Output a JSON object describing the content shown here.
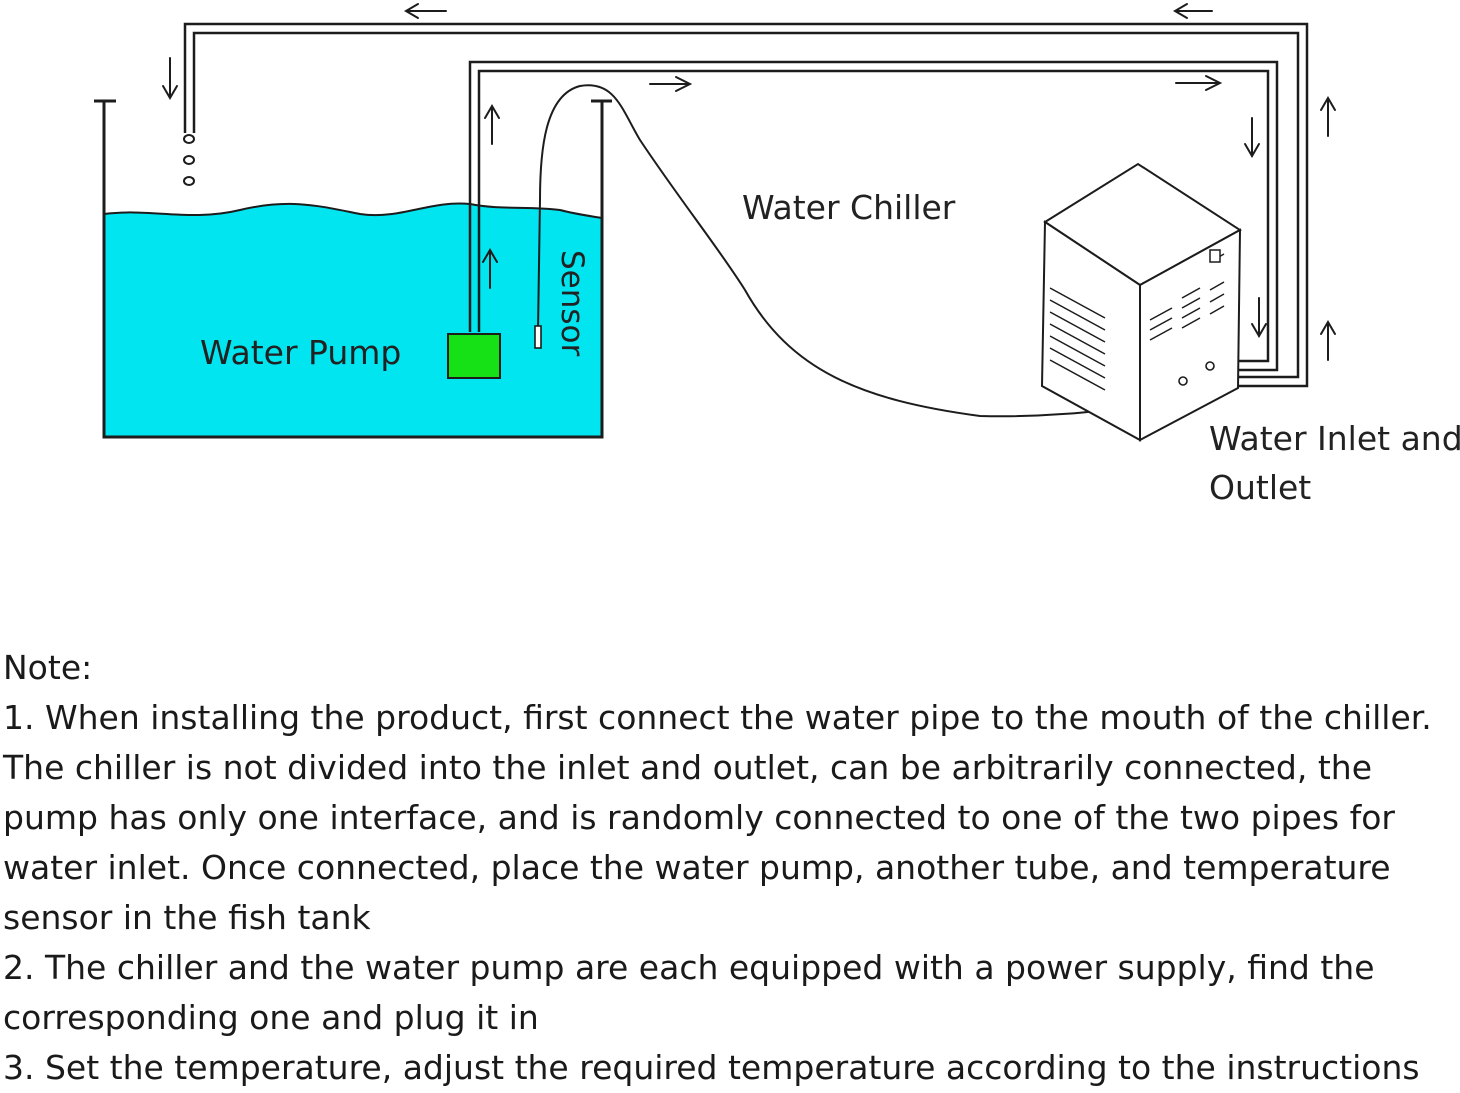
{
  "labels": {
    "water_chiller": "Water Chiller",
    "water_pump": "Water Pump",
    "sensor": "Sensor",
    "water_inlet_outlet": "Water Inlet and\nOutlet"
  },
  "colors": {
    "water": "#00e5f0",
    "pump": "#16e016",
    "line": "#1c1c1c"
  },
  "note": {
    "title": "Note:",
    "item1": "1. When installing the product, first connect the water pipe to the mouth of the chiller.\nThe chiller is not divided into the inlet and outlet, can be arbitrarily connected, the\npump has only one interface, and is randomly connected to one of the two pipes for\nwater inlet. Once connected, place the water pump, another tube, and temperature\nsensor in the fish tank",
    "item2": "2. The chiller and the water pump are each equipped with a power supply, find the\ncorresponding one and plug it in",
    "item3": "3. Set the temperature, adjust the required temperature according to the instructions"
  }
}
